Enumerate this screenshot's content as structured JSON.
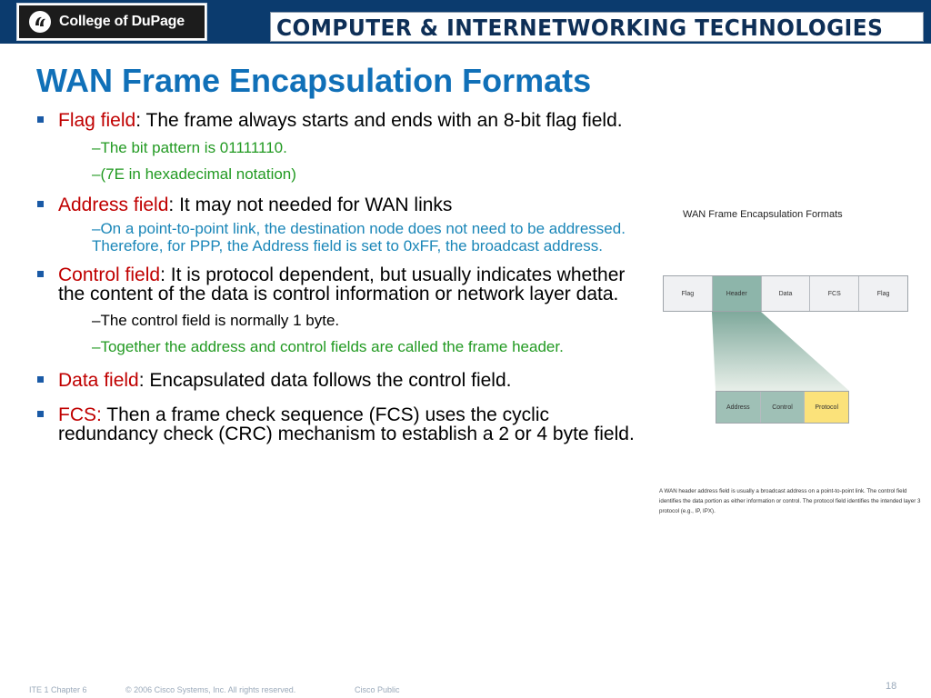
{
  "header": {
    "logo_text": "College of DuPage",
    "banner_text": "COMPUTER & INTERNETWORKING TECHNOLOGIES"
  },
  "slide": {
    "title": "WAN Frame Encapsulation Formats",
    "bullets": [
      {
        "lead": "Flag field",
        "text": ": The frame always starts and ends with an 8-bit flag field.",
        "subs": [
          {
            "text": "–The bit pattern is 01111110.",
            "color": "#229a22"
          },
          {
            "text": "–(7E in hexadecimal notation)",
            "color": "#229a22"
          }
        ]
      },
      {
        "lead": "Address field",
        "text": ": It may not needed for WAN links",
        "subs": [
          {
            "text": "–On a point-to-point link, the destination node does not need to be addressed. Therefore, for PPP, the Address field is set to 0xFF, the broadcast address.",
            "color": "#1a86b8"
          }
        ]
      },
      {
        "lead": "Control field",
        "text": ": It is protocol dependent, but usually indicates whether the content of the data is control information or network layer data.",
        "subs": [
          {
            "text": "–The control field is normally 1 byte.",
            "color": "#000000"
          },
          {
            "text": "–Together the address and control fields are called the frame header.",
            "color": "#229a22"
          }
        ]
      },
      {
        "lead": "Data field",
        "text": ": Encapsulated data follows the control field.",
        "subs": []
      },
      {
        "lead": "FCS:",
        "text": " Then a frame check sequence (FCS) uses the cyclic redundancy check (CRC) mechanism to establish a 2 or 4 byte field.",
        "subs": []
      }
    ]
  },
  "diagram": {
    "title": "WAN Frame Encapsulation Formats",
    "frame_fields": [
      "Flag",
      "Header",
      "Data",
      "FCS",
      "Flag"
    ],
    "header_fields": [
      "Address",
      "Control",
      "Protocol"
    ],
    "caption": "A WAN header address field is usually a broadcast address on a point-to-point link. The control field identifies the data portion as either information or control. The protocol field identifies the intended layer 3 protocol (e.g., IP, IPX)."
  },
  "footer": {
    "course": "ITE 1 Chapter 6",
    "copyright": "© 2006 Cisco Systems, Inc. All rights reserved.",
    "classification": "Cisco Public",
    "page_number": "18"
  },
  "colors": {
    "banner_bg": "#0b3b6e",
    "title": "#1070b8",
    "lead_term": "#c00000",
    "bullet": "#1a5aa6"
  }
}
